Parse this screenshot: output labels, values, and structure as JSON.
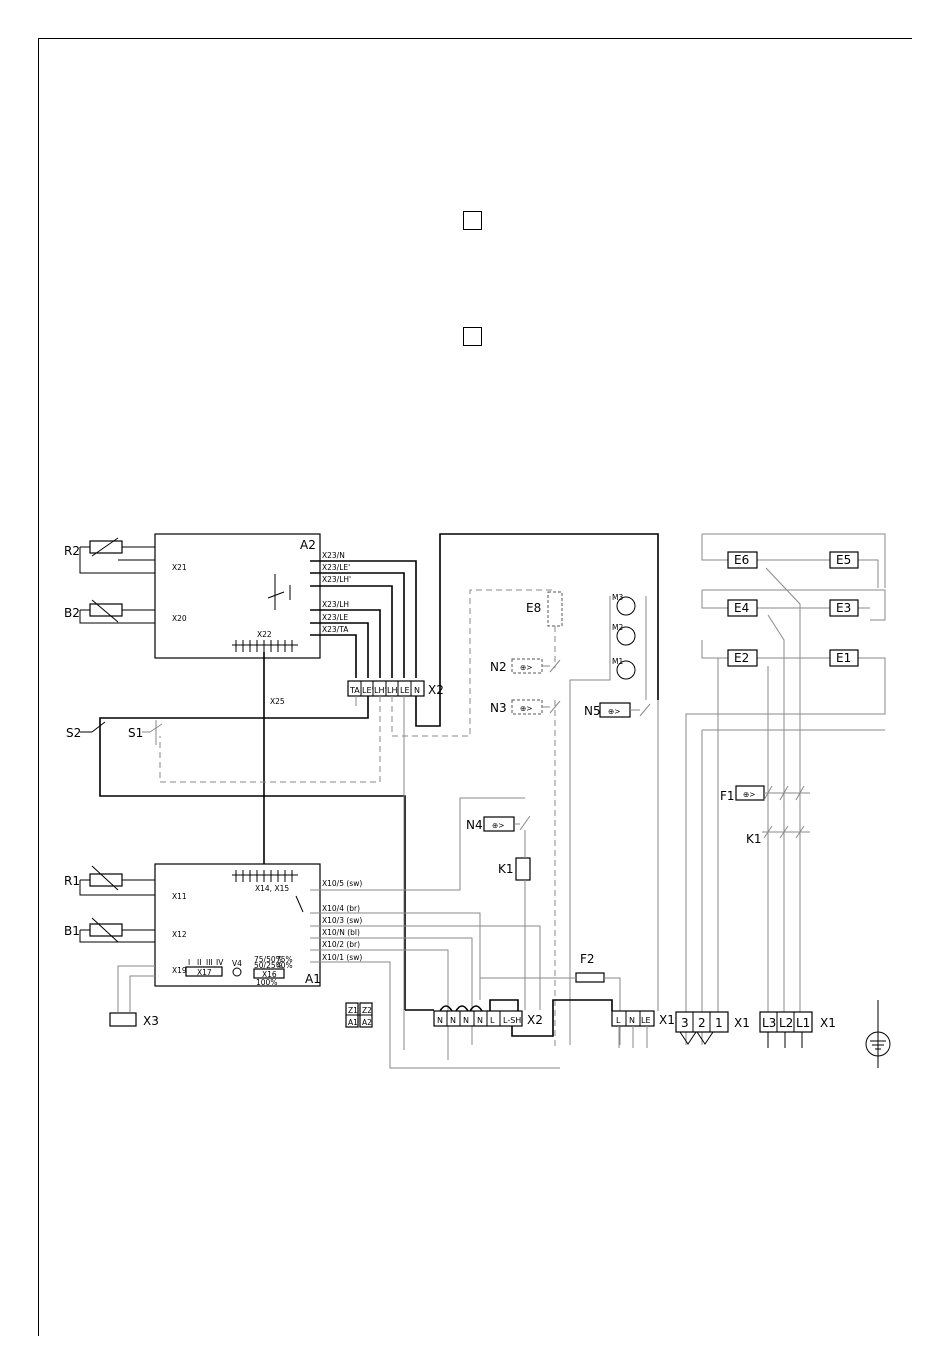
{
  "checkboxes": [
    {
      "checked": false
    },
    {
      "checked": false
    }
  ],
  "labels": {
    "R2": "R2",
    "B2": "B2",
    "R1": "R1",
    "B1": "B1",
    "A2": "A2",
    "A1": "A1",
    "X2": "X2",
    "X3": "X3",
    "X21": "X21",
    "X20": "X20",
    "X22": "X22",
    "X25": "X25",
    "X11": "X11",
    "X12": "X12",
    "X19": "X19",
    "X17": "X17",
    "X16": "X16",
    "X14X15": "X14, X15",
    "V4": "V4",
    "S1": "S1",
    "S2": "S2",
    "E1": "E1",
    "E2": "E2",
    "E3": "E3",
    "E4": "E4",
    "E5": "E5",
    "E6": "E6",
    "E8": "E8",
    "N2": "N2",
    "N3": "N3",
    "N4": "N4",
    "N5": "N5",
    "M1": "M1",
    "M2": "M2",
    "M3": "M3",
    "K1": "K1",
    "F1": "F1",
    "F2": "F2",
    "X1": "X1"
  },
  "a2_terminals": [
    "X23/N",
    "X23/LE'",
    "X23/LH'",
    "X23/LH",
    "X23/LE",
    "X23/TA"
  ],
  "x2_upper_terminals": [
    "TA",
    "LE'",
    "LH'",
    "LH",
    "LE",
    "N"
  ],
  "a1_terminals": [
    "X10/5 (sw)",
    "X10/4 (br)",
    "X10/3 (sw)",
    "X10/N (bl)",
    "X10/2 (br)",
    "X10/1 (sw)"
  ],
  "x2_lower_terminals": [
    "N",
    "N",
    "N",
    "N",
    "L",
    "L-SH"
  ],
  "x1_supply_terminals": [
    "L",
    "N",
    "LE"
  ],
  "x1_heater_terminals": [
    "3",
    "2",
    "1"
  ],
  "x1_mains_terminals": [
    "L3",
    "L2",
    "L1"
  ],
  "x17_steps": [
    "I",
    "II",
    "III",
    "IV"
  ],
  "x16_levels": [
    "75/50%",
    "50/25%",
    "75%",
    "40%"
  ],
  "x16_footer": "100%",
  "z_blocks": [
    [
      "Z1",
      "A1"
    ],
    [
      "Z2",
      "A2"
    ]
  ]
}
